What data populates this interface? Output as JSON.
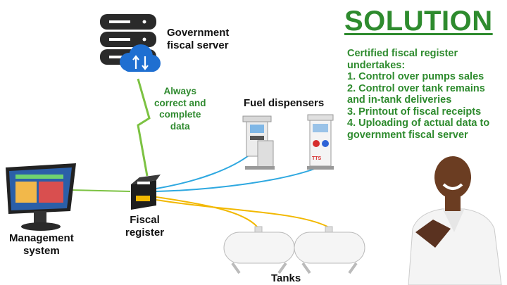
{
  "title": "SOLUTION",
  "intro": "Certified fiscal register undertakes:",
  "steps": [
    {
      "num": "1.",
      "text": "Control over pumps sales"
    },
    {
      "num": "2.",
      "text": "Control over tank remains and in-tank deliveries"
    },
    {
      "num": "3.",
      "text": "Printout of fiscal receipts"
    },
    {
      "num": "4.",
      "text": "Uploading of actual data to government fiscal server"
    }
  ],
  "nodes": {
    "server": {
      "line1": "Government",
      "line2": "fiscal server"
    },
    "register": {
      "line1": "Fiscal",
      "line2": "register"
    },
    "management": {
      "line1": "Management",
      "line2": "system"
    },
    "dispensers": "Fuel dispensers",
    "tanks": "Tanks"
  },
  "link_label": {
    "line1": "Always",
    "line2": "correct and",
    "line3": "complete",
    "line4": "data"
  },
  "dispenser_brand": "TTS",
  "colors": {
    "title_green": "#2e8b2e",
    "wire_blue": "#2ea8e0",
    "wire_yellow": "#f2b800",
    "wire_green": "#7cc242",
    "cloud_blue": "#1f6fd1"
  }
}
